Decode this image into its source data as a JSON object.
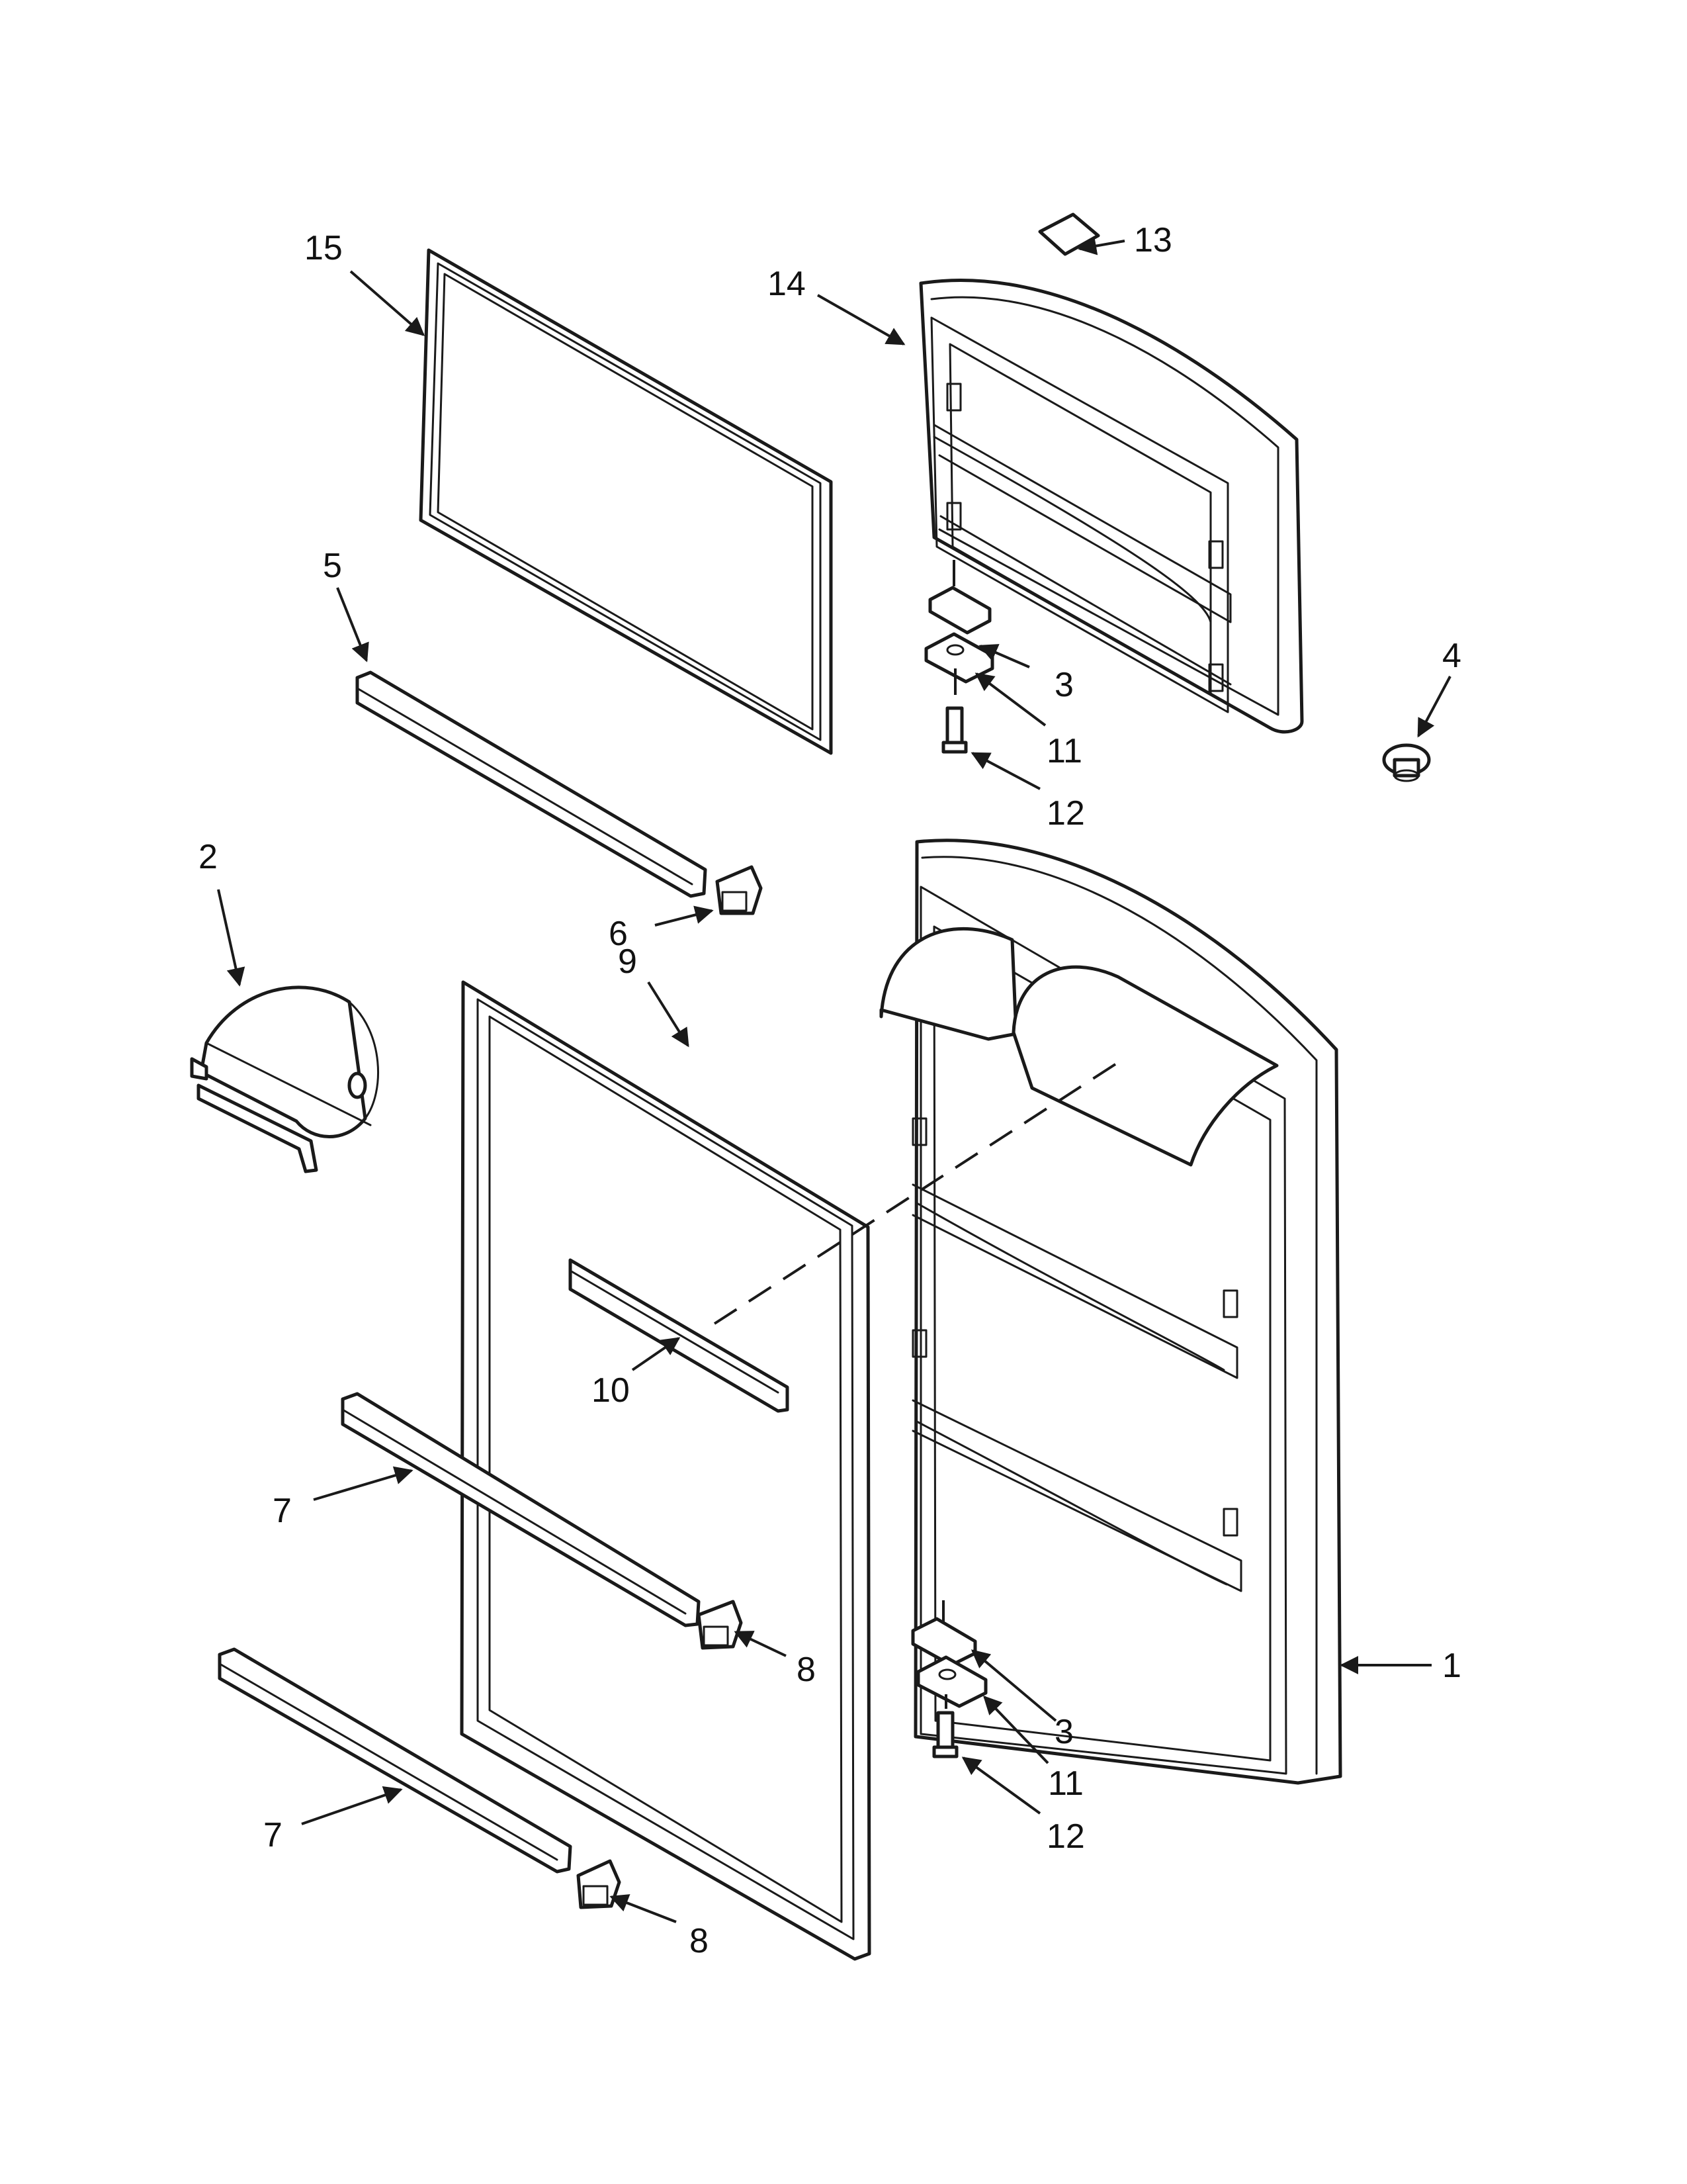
{
  "diagram": {
    "type": "exploded parts view",
    "callouts": [
      {
        "id": "callout-15",
        "label": "15"
      },
      {
        "id": "callout-13",
        "label": "13"
      },
      {
        "id": "callout-14",
        "label": "14"
      },
      {
        "id": "callout-5",
        "label": "5"
      },
      {
        "id": "callout-3-upper",
        "label": "3"
      },
      {
        "id": "callout-4",
        "label": "4"
      },
      {
        "id": "callout-11-upper",
        "label": "11"
      },
      {
        "id": "callout-12-upper",
        "label": "12"
      },
      {
        "id": "callout-2",
        "label": "2"
      },
      {
        "id": "callout-6",
        "label": "6"
      },
      {
        "id": "callout-9",
        "label": "9"
      },
      {
        "id": "callout-10",
        "label": "10"
      },
      {
        "id": "callout-7-upper",
        "label": "7"
      },
      {
        "id": "callout-8-upper",
        "label": "8"
      },
      {
        "id": "callout-1",
        "label": "1"
      },
      {
        "id": "callout-3-lower",
        "label": "3"
      },
      {
        "id": "callout-11-lower",
        "label": "11"
      },
      {
        "id": "callout-12-lower",
        "label": "12"
      },
      {
        "id": "callout-7-lower",
        "label": "7"
      },
      {
        "id": "callout-8-lower",
        "label": "8"
      }
    ],
    "colors": {
      "line": "#1a1a1a",
      "background": "#ffffff"
    }
  }
}
